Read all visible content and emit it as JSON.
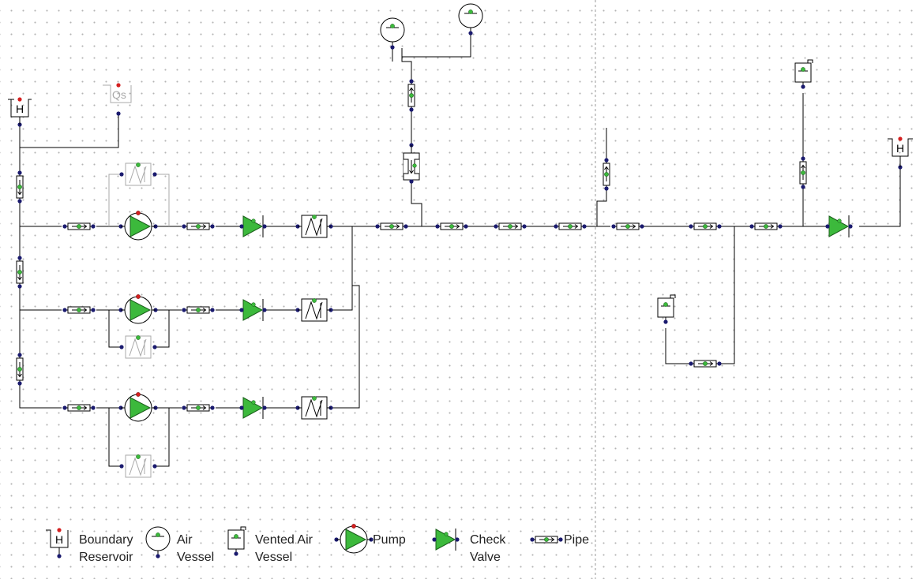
{
  "labels": {
    "boundary_symbol": "H",
    "flow_boundary_symbol": "Qs"
  },
  "legend": {
    "boundary_reservoir_line1": "Boundary",
    "boundary_reservoir_line2": "Reservoir",
    "air_vessel_line1": "Air",
    "air_vessel_line2": "Vessel",
    "vented_air_vessel_line1": "Vented Air",
    "vented_air_vessel_line2": "Vessel",
    "pump": "Pump",
    "check_valve_line1": "Check",
    "check_valve_line2": "Valve",
    "pipe": "Pipe"
  },
  "colors": {
    "wire": "#000000",
    "node": "#1a1a6e",
    "pump_fill": "#3cb93c",
    "marker_green": "#3cb93c",
    "marker_red": "#d42020",
    "inactive": "#aaaaaa",
    "divider": "#9a9a9a"
  }
}
